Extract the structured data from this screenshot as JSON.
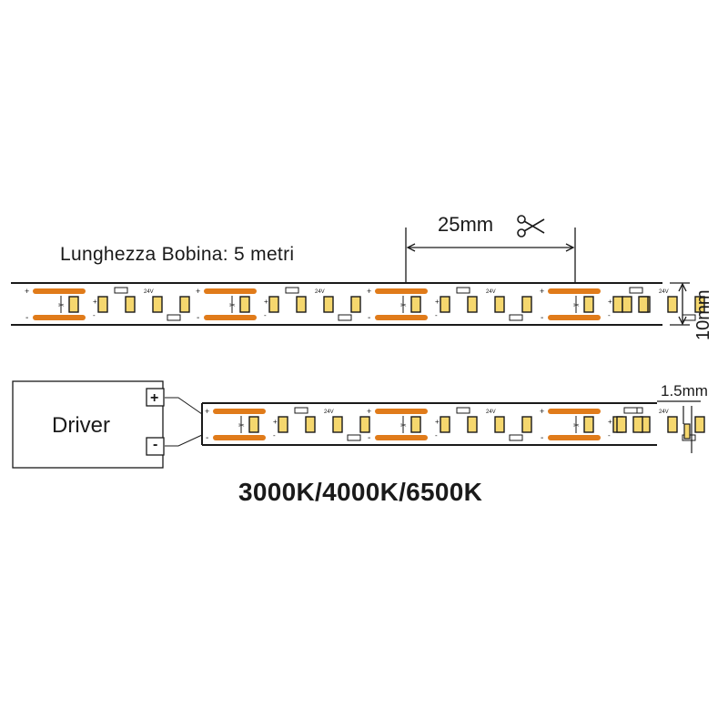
{
  "labels": {
    "coil_length": "Lunghezza Bobina: 5 metri",
    "cut_pitch": "25mm",
    "strip_width": "10mm",
    "strip_thickness": "1.5mm",
    "driver": "Driver",
    "driver_plus": "+",
    "driver_minus": "-",
    "color_temperatures": "3000K/4000K/6500K",
    "pcb_voltage": "24V",
    "pad_plus": "+",
    "pad_minus": "-"
  },
  "icons": {
    "cut_mark": "scissors-icon"
  },
  "colors": {
    "copper_pad": "#e07b1a",
    "led_chip": "#f5d76e",
    "outline": "#1a1a1a"
  }
}
